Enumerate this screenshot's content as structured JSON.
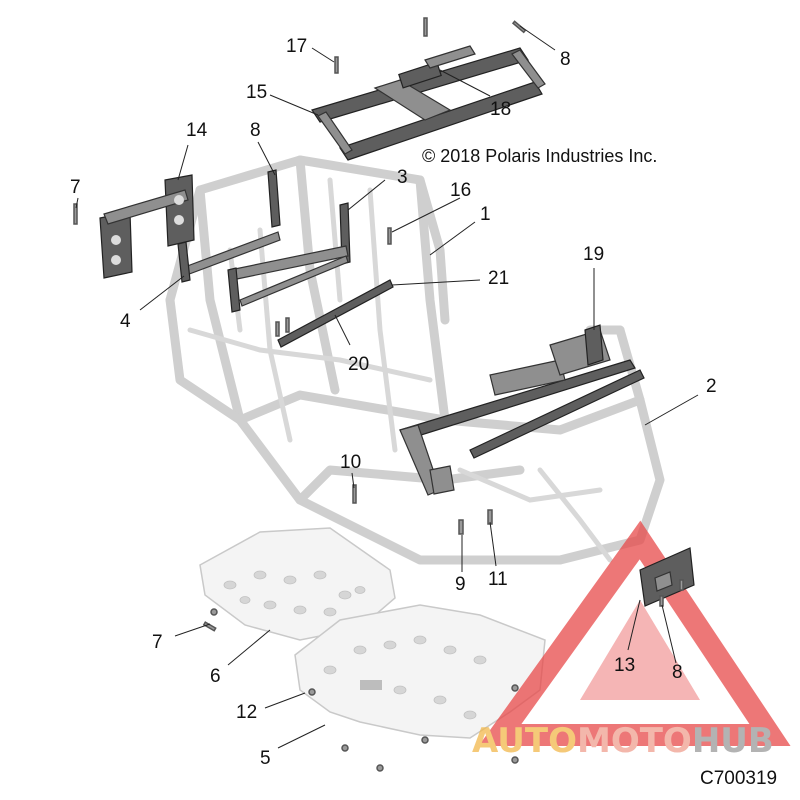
{
  "copyright": "© 2018 Polaris Industries Inc.",
  "diagram_code": "C700319",
  "watermark": {
    "prefix": "AUTO",
    "middle": "MOTO",
    "suffix": "HUB",
    "colors": {
      "prefix": "#f2b84b",
      "middle": "#f0a090",
      "suffix": "#9a9a9a",
      "triangle": "#e84a4a"
    }
  },
  "callouts": [
    "17",
    "8",
    "15",
    "18",
    "14",
    "8",
    "7",
    "3",
    "16",
    "1",
    "4",
    "21",
    "19",
    "20",
    "2",
    "10",
    "9",
    "11",
    "7",
    "6",
    "12",
    "5",
    "13",
    "8"
  ]
}
